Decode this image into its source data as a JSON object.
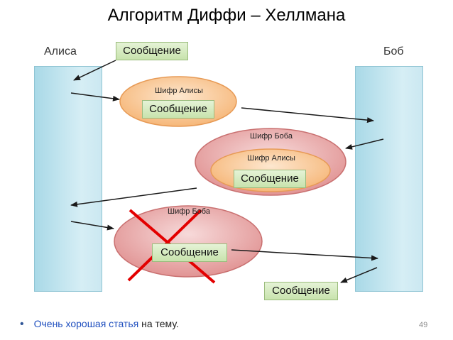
{
  "slide": {
    "title": "Алгоритм Диффи – Хеллмана",
    "page_number": "49"
  },
  "lanes": {
    "left_label": "Алиса",
    "right_label": "Боб"
  },
  "labels": {
    "message": "Сообщение",
    "alice_cipher": "Шифр Алисы",
    "bob_cipher": "Шифр Боба"
  },
  "bullet": {
    "link_text": "Очень хорошая статья",
    "rest_text": " на тему."
  },
  "colors": {
    "lane": "#bfe3ee",
    "message_box": "#d6ebc2",
    "alice_ellipse": "#f8c28f",
    "bob_ellipse": "#e8a3a3",
    "cross": "#e30000",
    "link": "#1f4fbf"
  }
}
